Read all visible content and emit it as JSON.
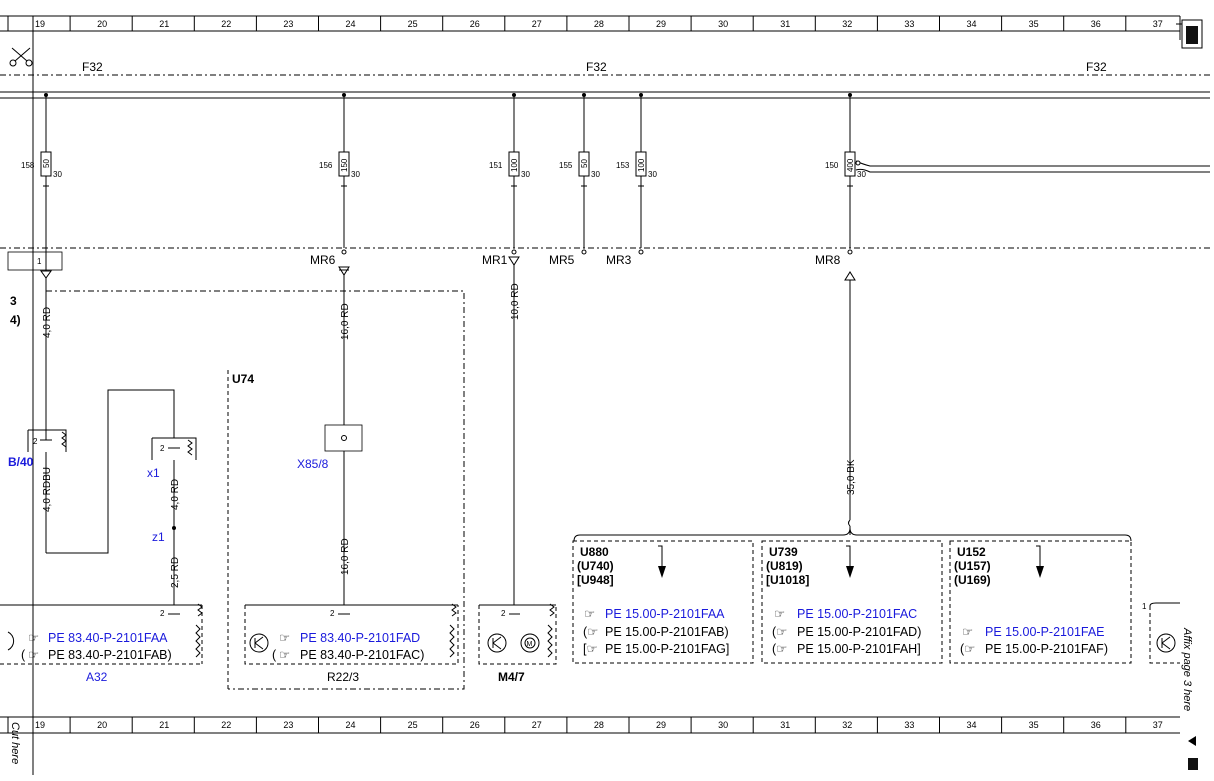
{
  "ruler": {
    "numbers": [
      "19",
      "20",
      "21",
      "22",
      "23",
      "24",
      "25",
      "26",
      "27",
      "28",
      "29",
      "30",
      "31",
      "32",
      "33",
      "34",
      "35",
      "36",
      "37"
    ]
  },
  "fuse_block": {
    "labels": [
      "F32",
      "F32",
      "F32"
    ],
    "fuses": [
      {
        "number": "158",
        "rating": "50",
        "pin": "30"
      },
      {
        "number": "156",
        "rating": "150",
        "pin": "30"
      },
      {
        "number": "151",
        "rating": "100",
        "pin": "30"
      },
      {
        "number": "155",
        "rating": "50",
        "pin": "30"
      },
      {
        "number": "153",
        "rating": "100",
        "pin": "30"
      },
      {
        "number": "150",
        "rating": "400",
        "pin": "30"
      }
    ],
    "connectors": [
      "MR6",
      "MR1",
      "MR5",
      "MR3",
      "MR8"
    ],
    "pin_one": "1"
  },
  "left_partial": {
    "num": "3",
    "note": "4)"
  },
  "wires": {
    "w1": "4,0 RD",
    "w2": "16,0 RD",
    "w3": "10,0 RD",
    "w4": "4,0 RDBU",
    "w5": "4,0 RD",
    "w6": "2,5 RD",
    "w7": "16,0 RD",
    "w8": "35,0 BK"
  },
  "components": {
    "u74": "U74",
    "b40": "B/40",
    "x1": "x1",
    "z1": "z1",
    "x85": "X85/8",
    "pin2": "2",
    "a32": "A32",
    "r22": "R22/3",
    "m47": "M4/7",
    "right_pin": "1"
  },
  "refs": {
    "a32_main": "PE 83.40-P-2101FAA",
    "a32_alt": "PE 83.40-P-2101FAB)",
    "r22_main": "PE 83.40-P-2101FAD",
    "r22_alt": "PE 83.40-P-2101FAC)",
    "u880_codes": [
      "U880",
      "(U740)",
      "[U948]"
    ],
    "u880_refs": [
      "PE 15.00-P-2101FAA",
      "PE 15.00-P-2101FAB)",
      "PE 15.00-P-2101FAG]"
    ],
    "u739_codes": [
      "U739",
      "(U819)",
      "[U1018]"
    ],
    "u739_refs": [
      "PE 15.00-P-2101FAC",
      "PE 15.00-P-2101FAD)",
      "PE 15.00-P-2101FAH]"
    ],
    "u152_codes": [
      "U152",
      "(U157)",
      "(U169)"
    ],
    "u152_refs": [
      "PE 15.00-P-2101FAE",
      "PE 15.00-P-2101FAF)"
    ]
  },
  "margin": {
    "cut_here": "Cut here",
    "affix": "Affix page 3 here"
  },
  "colors": {
    "blue": "#1a1adc",
    "ink": "#000000"
  },
  "icons": [
    "scissors-icon",
    "pointing-hand-icon",
    "transistor-icon",
    "motor-icon",
    "arrow-left-icon",
    "page-corner-icon"
  ]
}
